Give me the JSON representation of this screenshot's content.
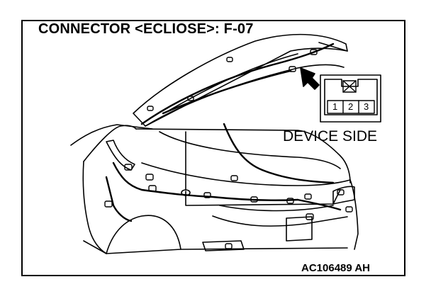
{
  "diagram": {
    "title": "CONNECTOR <ECLIOSE>: F-07",
    "device_side_label": "DEVICE SIDE",
    "figure_code": "AC106489 AH",
    "connector": {
      "pins": [
        "1",
        "2",
        "3"
      ]
    },
    "subject": "car rear with open hatch, wiring harness"
  }
}
